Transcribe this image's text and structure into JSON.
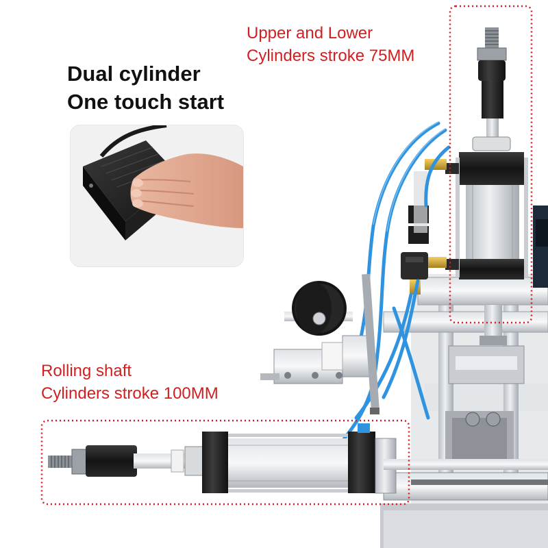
{
  "headline": {
    "line1": "Dual cylinder",
    "line2": "One touch start"
  },
  "callouts": {
    "upper": {
      "line1": "Upper and Lower",
      "line2": "Cylinders stroke 75MM"
    },
    "rolling": {
      "line1": "Rolling shaft",
      "line2": "Cylinders stroke 100MM"
    }
  },
  "colors": {
    "callout_red": "#d11f1f",
    "hose_blue": "#2f93e0",
    "headline": "#111111"
  }
}
